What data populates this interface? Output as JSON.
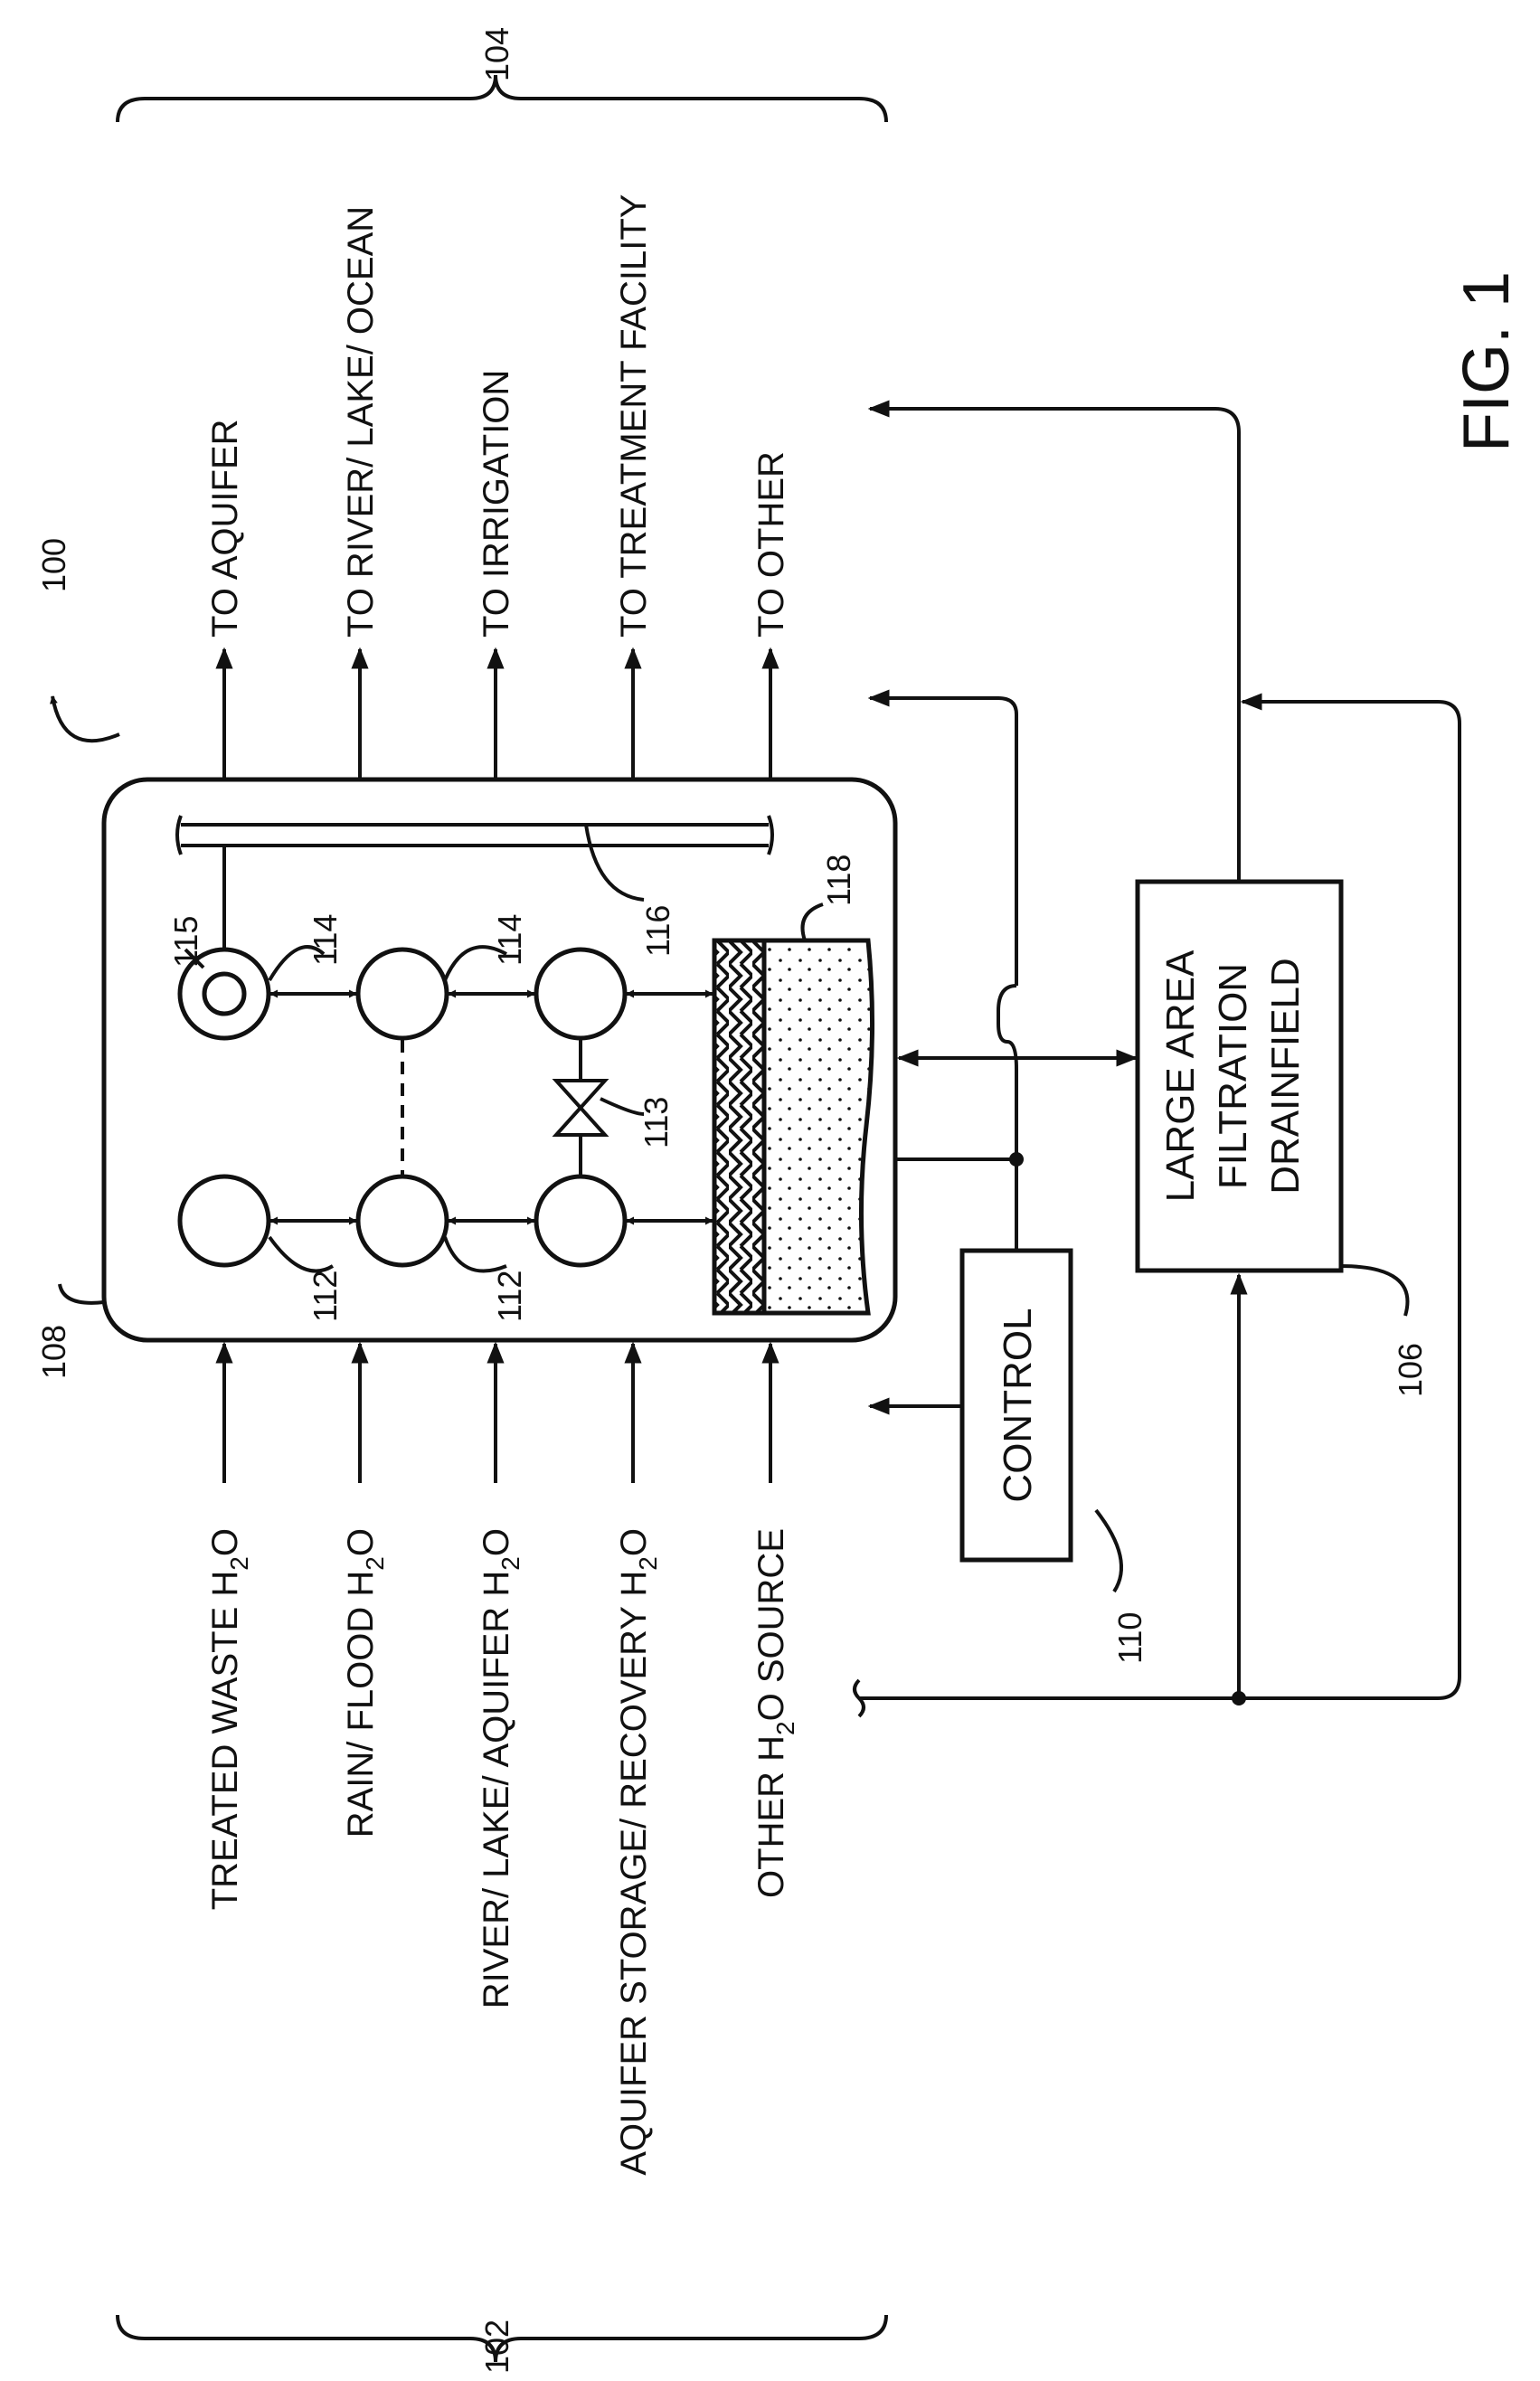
{
  "figure": {
    "label": "FIG. 1",
    "ref_system": "100",
    "ref_inputs": "102",
    "ref_outputs": "104",
    "ref_drainfield": "106",
    "ref_unit": "108",
    "ref_control": "110"
  },
  "unit": {
    "ref_valve": "113",
    "ref_115": "115",
    "ref_pipe": "116",
    "ref_media": "118",
    "ref_112_a": "112",
    "ref_112_b": "112",
    "ref_114_a": "114",
    "ref_114_b": "114"
  },
  "inputs": {
    "treated_waste": "TREATED WASTE H",
    "rain_flood": "RAIN/ FLOOD H",
    "river_lake_aquifer": "RIVER/ LAKE/ AQUIFER H",
    "aquifer_storage": "AQUIFER STORAGE/ RECOVERY H",
    "other_a": "OTHER H",
    "other_b": "O SOURCE",
    "sub": "2",
    "o": "O"
  },
  "outputs": {
    "aquifer": "TO AQUIFER",
    "river": "TO RIVER/ LAKE/ OCEAN",
    "irrigation": "TO IRRIGATION",
    "treatment": "TO TREATMENT FACILITY",
    "other": "TO OTHER"
  },
  "control": {
    "label": "CONTROL"
  },
  "drainfield": {
    "line1": "LARGE AREA",
    "line2": "FILTRATION",
    "line3": "DRAINFIELD"
  },
  "colors": {
    "ink": "#111111",
    "paper": "#ffffff"
  }
}
